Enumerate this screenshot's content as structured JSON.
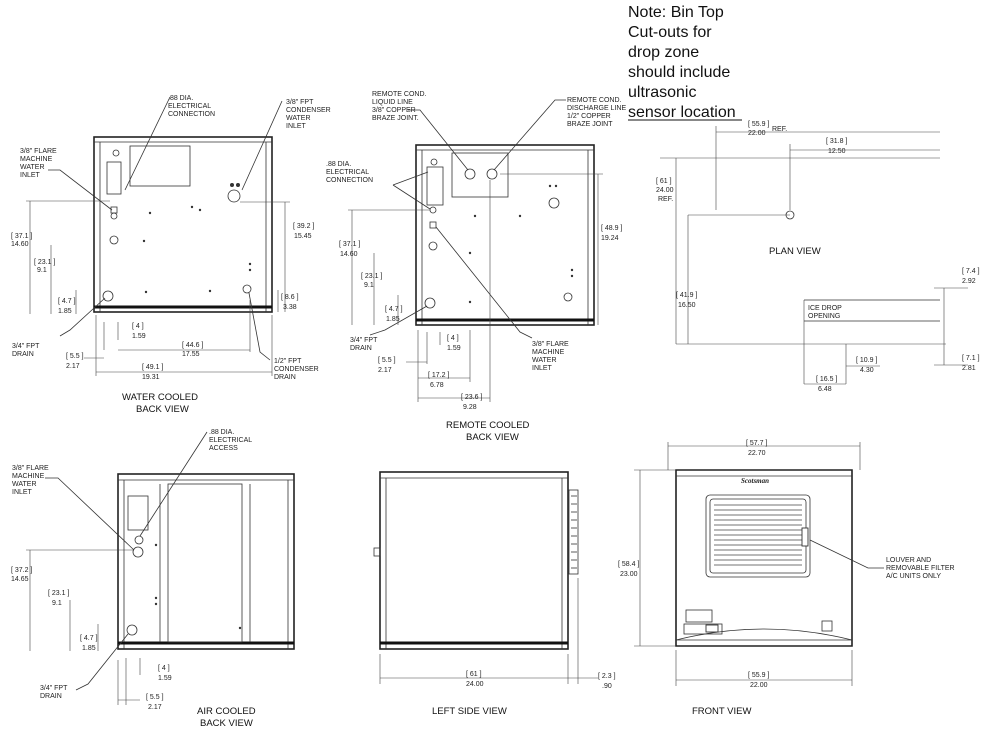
{
  "note": {
    "lines": [
      "Note: Bin Top",
      "Cut-outs for",
      "drop zone",
      "should include",
      "ultrasonic",
      "sensor location"
    ]
  },
  "views": {
    "water_cooled": {
      "title_1": "WATER COOLED",
      "title_2": "BACK VIEW",
      "labels": {
        "elec_1": ".88 DIA.",
        "elec_2": "ELECTRICAL",
        "elec_3": "CONNECTION",
        "cond_1": "3/8\" FPT",
        "cond_2": "CONDENSER",
        "cond_3": "WATER",
        "cond_4": "INLET",
        "flare_1": "3/8\" FLARE",
        "flare_2": "MACHINE",
        "flare_3": "WATER",
        "flare_4": "INLET",
        "drain_1": "3/4\" FPT",
        "drain_2": "DRAIN",
        "cdrain_1": "1/2\" FPT",
        "cdrain_2": "CONDENSER",
        "cdrain_3": "DRAIN"
      },
      "dims": {
        "d1a": "[ 37.1 ]",
        "d1b": "14.60",
        "d2a": "[ 23.1 ]",
        "d2b": "9.1",
        "d3a": "[ 4.7 ]",
        "d3b": "1.85",
        "d4a": "[ 4 ]",
        "d4b": "1.59",
        "d5a": "[ 5.5 ]",
        "d5b": "2.17",
        "d6a": "[ 44.6 ]",
        "d6b": "17.55",
        "d7a": "[ 49.1 ]",
        "d7b": "19.31",
        "d8a": "[ 39.2 ]",
        "d8b": "15.45",
        "d9a": "[ 8.6 ]",
        "d9b": "3.38"
      }
    },
    "remote_cooled": {
      "title_1": "REMOTE COOLED",
      "title_2": "BACK VIEW",
      "labels": {
        "liq_1": "REMOTE COND.",
        "liq_2": "LIQUID LINE",
        "liq_3": "3/8\" COPPER",
        "liq_4": "BRAZE JOINT.",
        "dis_1": "REMOTE COND.",
        "dis_2": "DISCHARGE LINE",
        "dis_3": "1/2\" COPPER",
        "dis_4": "BRAZE JOINT",
        "elec_1": ".88 DIA.",
        "elec_2": "ELECTRICAL",
        "elec_3": "CONNECTION",
        "drain_1": "3/4\" FPT",
        "drain_2": "DRAIN",
        "flare_1": "3/8\" FLARE",
        "flare_2": "MACHINE",
        "flare_3": "WATER",
        "flare_4": "INLET"
      },
      "dims": {
        "d1a": "[ 37.1 ]",
        "d1b": "14.60",
        "d2a": "[ 23.1 ]",
        "d2b": "9.1",
        "d3a": "[ 4.7 ]",
        "d3b": "1.85",
        "d4a": "[ 4 ]",
        "d4b": "1.59",
        "d5a": "[ 5.5 ]",
        "d5b": "2.17",
        "d6a": "[ 17.2 ]",
        "d6b": "6.78",
        "d7a": "[ 23.6 ]",
        "d7b": "9.28",
        "d8a": "[ 48.9 ]",
        "d8b": "19.24"
      }
    },
    "plan": {
      "title": "PLAN VIEW",
      "opening_1": "ICE DROP",
      "opening_2": "OPENING",
      "dims": {
        "d1a": "[ 55.9 ]",
        "d1b": "22.00",
        "ref": "REF.",
        "d2a": "[ 31.8 ]",
        "d2b": "12.50",
        "d3a": "[ 61 ]",
        "d3b": "24.00",
        "d3c": "REF.",
        "d4a": "[ 41.9 ]",
        "d4b": "16.50",
        "d5a": "[ 7.4 ]",
        "d5b": "2.92",
        "d6a": "[ 7.1 ]",
        "d6b": "2.81",
        "d7a": "[ 10.9 ]",
        "d7b": "4.30",
        "d8a": "[ 16.5 ]",
        "d8b": "6.48"
      }
    },
    "air_cooled": {
      "title_1": "AIR COOLED",
      "title_2": "BACK VIEW",
      "labels": {
        "elec_1": ".88 DIA.",
        "elec_2": "ELECTRICAL",
        "elec_3": "ACCESS",
        "flare_1": "3/8\" FLARE",
        "flare_2": "MACHINE",
        "flare_3": "WATER",
        "flare_4": "INLET",
        "drain_1": "3/4\" FPT",
        "drain_2": "DRAIN"
      },
      "dims": {
        "d1a": "[ 37.2 ]",
        "d1b": "14.65",
        "d2a": "[ 23.1 ]",
        "d2b": "9.1",
        "d3a": "[ 4.7 ]",
        "d3b": "1.85",
        "d4a": "[ 4 ]",
        "d4b": "1.59",
        "d5a": "[ 5.5 ]",
        "d5b": "2.17"
      }
    },
    "left_side": {
      "title": "LEFT SIDE VIEW",
      "dims": {
        "d1a": "[ 61 ]",
        "d1b": "24.00",
        "d2a": "[ 2.3 ]",
        "d2b": ".90"
      }
    },
    "front": {
      "title": "FRONT VIEW",
      "brand": "Scotsman",
      "labels": {
        "louver_1": "LOUVER AND",
        "louver_2": "REMOVABLE FILTER",
        "louver_3": "A/C UNITS ONLY"
      },
      "dims": {
        "d1a": "[ 57.7 ]",
        "d1b": "22.70",
        "d2a": "[ 58.4 ]",
        "d2b": "23.00",
        "d3a": "[ 55.9 ]",
        "d3b": "22.00"
      }
    }
  }
}
